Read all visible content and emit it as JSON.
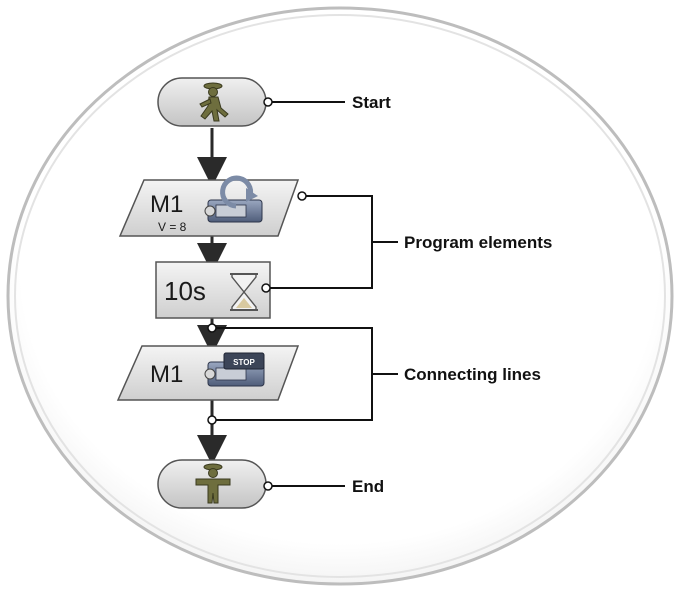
{
  "diagram": {
    "labels": {
      "start": "Start",
      "program_elements": "Program elements",
      "connecting_lines": "Connecting lines",
      "end": "End"
    },
    "blocks": {
      "motor_on": {
        "name": "M1",
        "speed": "V = 8"
      },
      "wait": {
        "time": "10s"
      },
      "motor_stop": {
        "name": "M1",
        "stop_text": "STOP"
      }
    }
  }
}
